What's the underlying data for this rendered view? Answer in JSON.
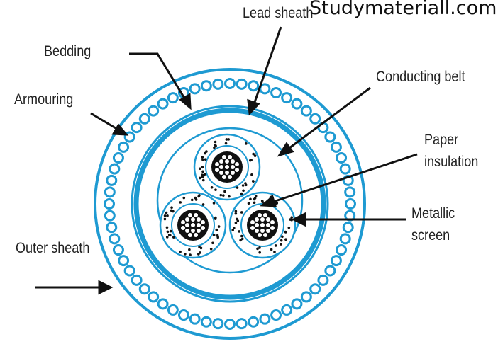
{
  "watermark": "Studymateriall.com",
  "labels": {
    "lead_sheath": "Lead sheath",
    "bedding": "Bedding",
    "conducting_belt": "Conducting belt",
    "armouring": "Armouring",
    "paper": "Paper",
    "insulation": "insulation",
    "metallic": "Metallic",
    "screen": "screen",
    "outer_sheath": "Outer sheath"
  },
  "colors": {
    "cable_blue": "#1e9ad2",
    "arrow": "#111111",
    "conductor": "#111111",
    "label_text": "#222222"
  }
}
